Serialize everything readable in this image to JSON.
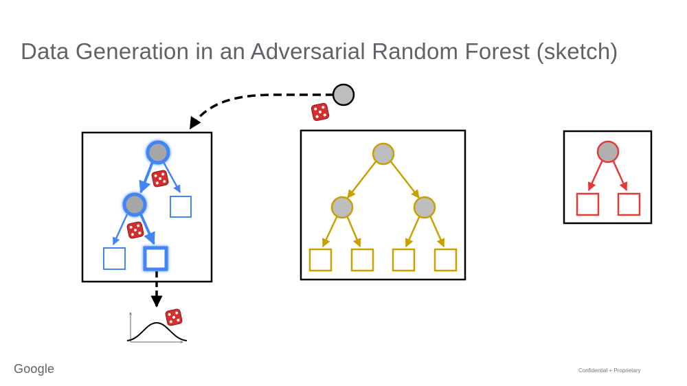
{
  "slide": {
    "title": "Data Generation in an Adversarial Random Forest (sketch)",
    "logo_text": "Google",
    "footer": "Confidential + Proprietary"
  },
  "colors": {
    "tree1": "#4285f4",
    "tree1_node_fill": "#a6a6a6",
    "tree2": "#c8a000",
    "tree2_node_fill": "#bdbdbd",
    "tree3": "#e53935",
    "tree3_node_fill": "#b0b0b0",
    "dice": "#d32f2f",
    "frame": "#000000"
  },
  "diagram": {
    "start_node": "sampling start node",
    "dice_count": 4,
    "trees": [
      {
        "id": "tree-1",
        "inner_nodes": 2,
        "leaves": 3,
        "highlighted_path": true
      },
      {
        "id": "tree-2",
        "inner_nodes": 3,
        "leaves": 4,
        "highlighted_path": false
      },
      {
        "id": "tree-3",
        "inner_nodes": 1,
        "leaves": 2,
        "highlighted_path": false
      }
    ],
    "leaf_distribution": "bell-curve-icon"
  }
}
